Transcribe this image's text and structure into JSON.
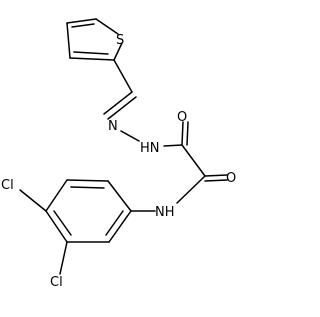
{
  "molecule": {
    "atoms": [
      {
        "symbol": "S"
      },
      {
        "symbol": "N"
      },
      {
        "symbol": "HN"
      },
      {
        "symbol": "O"
      },
      {
        "symbol": "O"
      },
      {
        "symbol": "NH"
      },
      {
        "symbol": "Cl"
      },
      {
        "symbol": "Cl"
      }
    ]
  }
}
